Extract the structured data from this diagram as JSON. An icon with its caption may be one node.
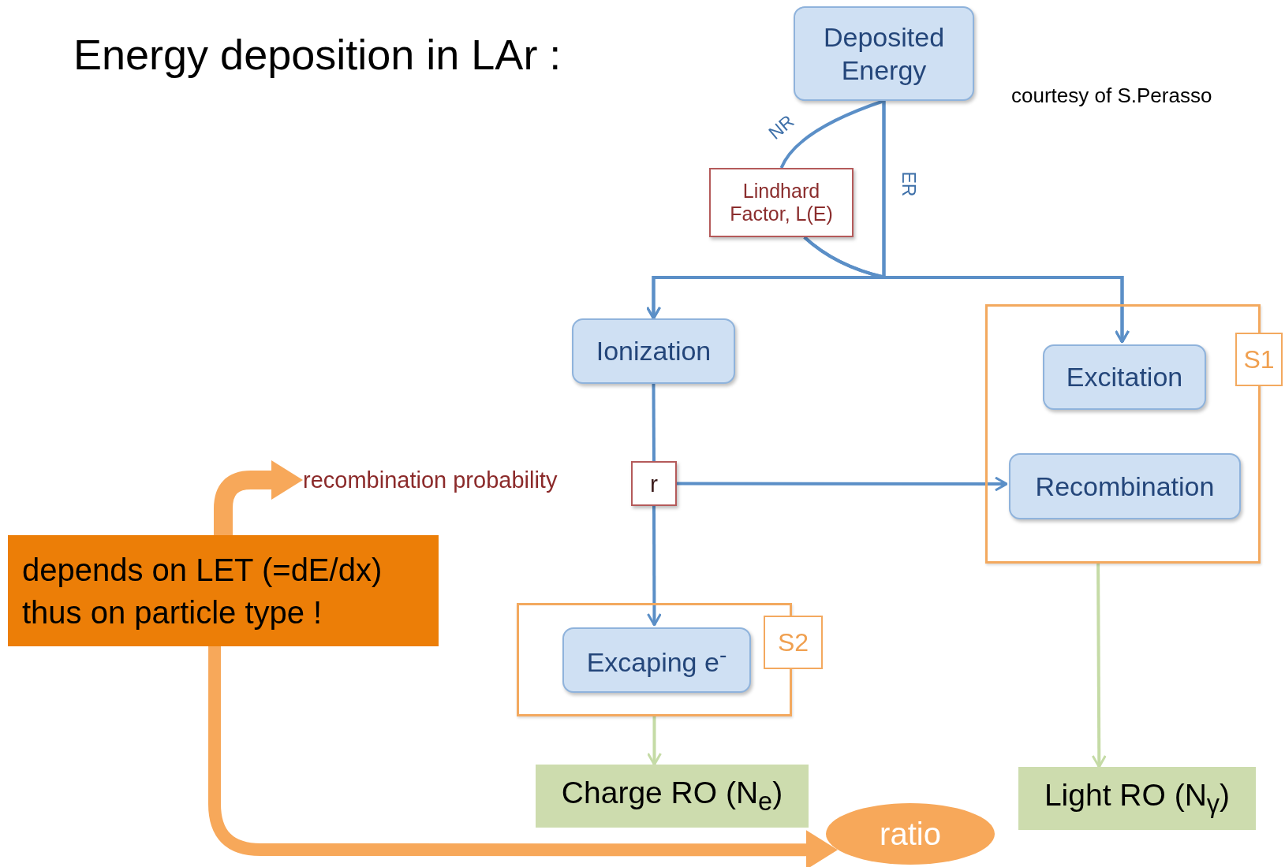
{
  "diagram": {
    "title": "Energy deposition in LAr :",
    "nodes": [
      {
        "text": [
          "Deposited Energy"
        ]
      },
      {
        "text": [
          "Lindhard Factor, L(E)"
        ]
      },
      {
        "text": [
          "Ionization"
        ]
      },
      {
        "text": [],
        "shape": "box"
      },
      {
        "text": [
          "S1"
        ]
      },
      {
        "text": [
          "Excitation"
        ],
        "in": 3
      },
      {
        "text": [
          "recombination probability"
        ]
      },
      {
        "text": [
          "r"
        ]
      },
      {
        "text": [
          "Recombination"
        ],
        "in": 3
      },
      {
        "text": [
          "depends on LET (=dE/dx) thus on particle type !"
        ]
      },
      {
        "text": [],
        "shape": "box"
      },
      {
        "text": [
          "S2"
        ]
      },
      {
        "text": [
          "Excaping e$^{-}$"
        ],
        "in": 10
      },
      {
        "text": [
          "Charge RO (N$_{e}$)"
        ]
      },
      {
        "text": [
          "Light RO (N$_{γ}$)"
        ]
      },
      {
        "text": [
          "ratio"
        ]
      }
    ],
    "edges": [
      {
        "from": 0,
        "to": 1,
        "arrow": "none",
        "label": "NR"
      },
      {
        "from": 0,
        "to": 2,
        "arrow": "to",
        "label": "ER"
      },
      {
        "from": 0,
        "to": 5,
        "arrow": "to"
      },
      {
        "from": 1,
        "to": 2,
        "arrow": "to"
      },
      {
        "from": 1,
        "to": 5,
        "arrow": "to"
      },
      {
        "from": 2,
        "to": 7,
        "arrow": "none"
      },
      {
        "from": 7,
        "to": 12,
        "arrow": "to"
      },
      {
        "from": 7,
        "to": 8,
        "arrow": "to"
      },
      {
        "from": 10,
        "to": 13,
        "arrow": "to",
        "color": "#c5dba6"
      },
      {
        "from": 3,
        "to": 14,
        "arrow": "to",
        "color": "#c5dba6"
      },
      {
        "from": 9,
        "to": 6,
        "arrow": "to",
        "style": "thick",
        "color": "#f7a85a"
      },
      {
        "from": 9,
        "to": 15,
        "arrow": "to",
        "style": "thick",
        "color": "#f7a85a"
      }
    ],
    "labels": [
      "courtesy of S.Perasso"
    ]
  }
}
